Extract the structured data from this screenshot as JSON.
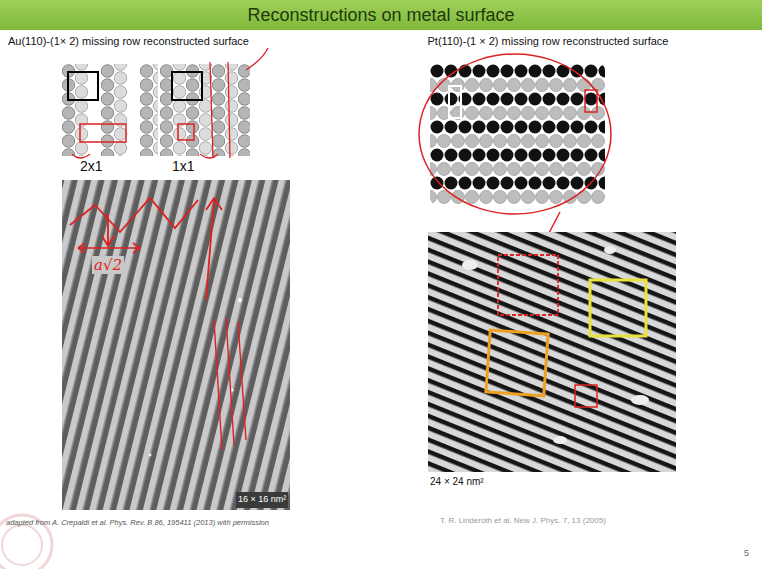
{
  "diagram": {
    "title": "Reconstructions on metal surface",
    "labels": [
      "Au(110)-(1× 2) missing row reconstructed surface",
      "2x1",
      "1x1",
      "a√2",
      "16 × 16 nm²",
      "adapted from A. Crepaldi et al. Phys. Rev. B 86, 195411 (2013) with permission",
      "Pt(110)-(1 × 2) missing row reconstructed surface",
      "24 × 24 nm²",
      "T. R. Linderoth et al. New J. Phys. 7, 13 (2005)",
      "5"
    ]
  }
}
